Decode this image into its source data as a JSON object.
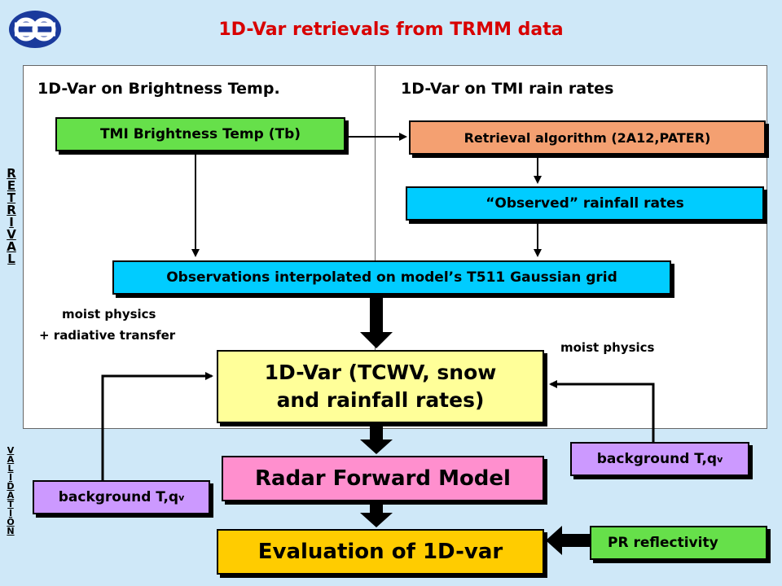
{
  "header": {
    "title": "1D-Var retrievals from TRMM data",
    "logo": "ecmwf-logo-icon"
  },
  "headings": {
    "left": "1D-Var on Brightness Temp.",
    "right": "1D-Var on TMI rain rates"
  },
  "boxes": {
    "tb": "TMI Brightness Temp (Tb)",
    "retrieval": "Retrieval algorithm (2A12,PATER)",
    "observed": "“Observed” rainfall rates",
    "interpolated": "Observations interpolated on model’s T511 Gaussian grid",
    "onedvar_line1": "1D-Var (TCWV, snow",
    "onedvar_line2": "and rainfall rates)",
    "radar": "Radar Forward Model",
    "evaluation": "Evaluation of 1D-var",
    "background_right": "background T,q",
    "background_left": "background T,q",
    "background_sub": "v",
    "pr": "PR reflectivity"
  },
  "notes": {
    "left_line1": "moist physics",
    "left_line2": "+ radiative transfer",
    "right": "moist physics"
  },
  "side_labels": {
    "retrieval": [
      "R",
      "E",
      "T",
      "R",
      "I",
      "V",
      "A",
      "L"
    ],
    "validation": [
      "V",
      "A",
      "L",
      "I",
      "D",
      "A",
      "T",
      "I",
      "O",
      "N"
    ]
  },
  "colors": {
    "title": "#d80000",
    "green": "#66e04a",
    "orange": "#f4a071",
    "cyan": "#00ccff",
    "yellow": "#ffff99",
    "pink": "#ff8fce",
    "gold": "#ffcc00",
    "purple": "#cc99ff",
    "background": "#cfe8f8"
  }
}
